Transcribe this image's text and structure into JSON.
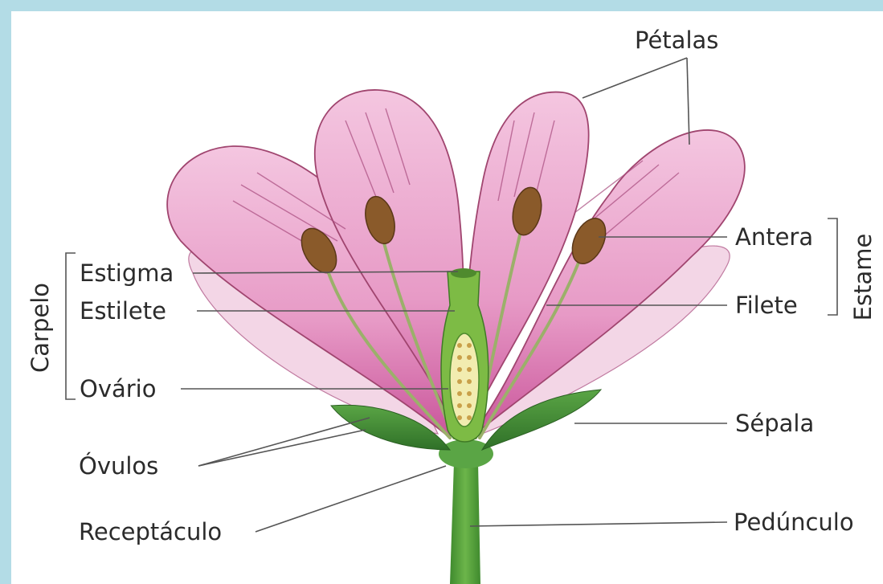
{
  "labels": {
    "petalas": "Pétalas",
    "antera": "Antera",
    "filete": "Filete",
    "estame": "Estame",
    "sepala": "Sépala",
    "pedunculo": "Pedúnculo",
    "estigma": "Estigma",
    "estilete": "Estilete",
    "carpelo": "Carpelo",
    "ovario": "Ovário",
    "ovulos": "Óvulos",
    "receptaculo": "Receptáculo"
  },
  "colors": {
    "border": "#b3dce6",
    "petal": "#eeb0d4",
    "petal_edge": "#a0456f",
    "sepal": "#3f8a34",
    "stem": "#4e9a3a",
    "anther": "#8a5a2a",
    "pistil": "#7dbb45"
  }
}
